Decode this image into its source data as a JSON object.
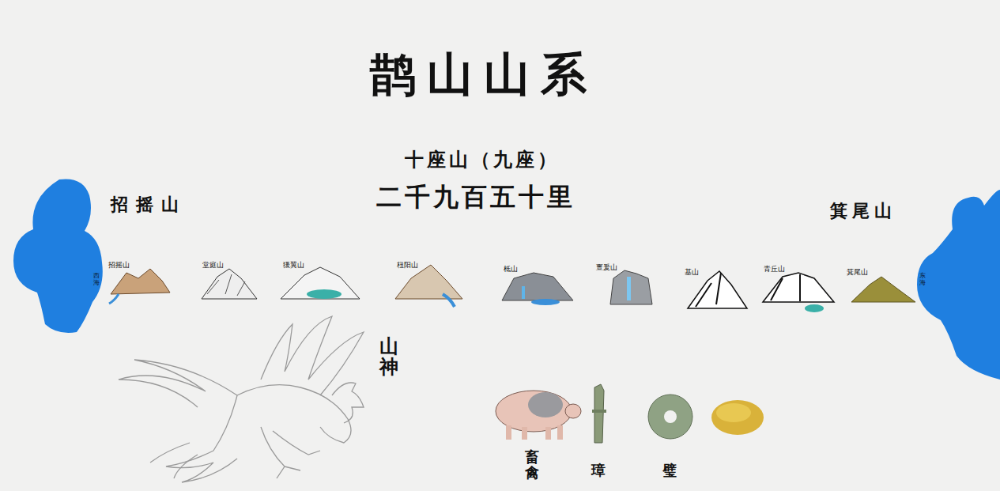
{
  "diagram": {
    "title": "鹊山山系",
    "nodes": [
      {
        "text": [
          "西海"
        ]
      },
      {
        "text": [
          "东海"
        ]
      }
    ],
    "labels": [
      "十座山（九座）",
      "二千九百五十里",
      "招摇山",
      "箕尾山",
      "招摇山",
      "堂庭山",
      "猨翼山",
      "杻阳山",
      "柢山",
      "亶爰山",
      "基山",
      "青丘山",
      "箕尾山",
      "山神",
      "畜禽",
      "璋",
      "璧"
    ]
  }
}
